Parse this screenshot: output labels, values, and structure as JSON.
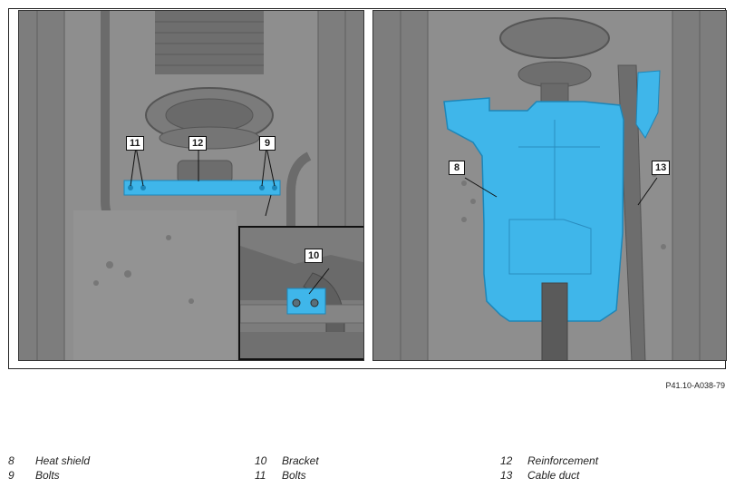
{
  "figure_ref": "P41.10-A038-79",
  "callouts": {
    "c8": "8",
    "c9": "9",
    "c10": "10",
    "c11": "11",
    "c12": "12",
    "c13": "13"
  },
  "legend": [
    {
      "number": "8",
      "label": "Heat shield"
    },
    {
      "number": "9",
      "label": "Bolts"
    },
    {
      "number": "10",
      "label": "Bracket"
    },
    {
      "number": "11",
      "label": "Bolts"
    },
    {
      "number": "12",
      "label": "Reinforcement"
    },
    {
      "number": "13",
      "label": "Cable duct"
    }
  ],
  "colors": {
    "highlight": "#3fb6ea",
    "background_gray": "#8c8c8c",
    "line": "#111111"
  }
}
